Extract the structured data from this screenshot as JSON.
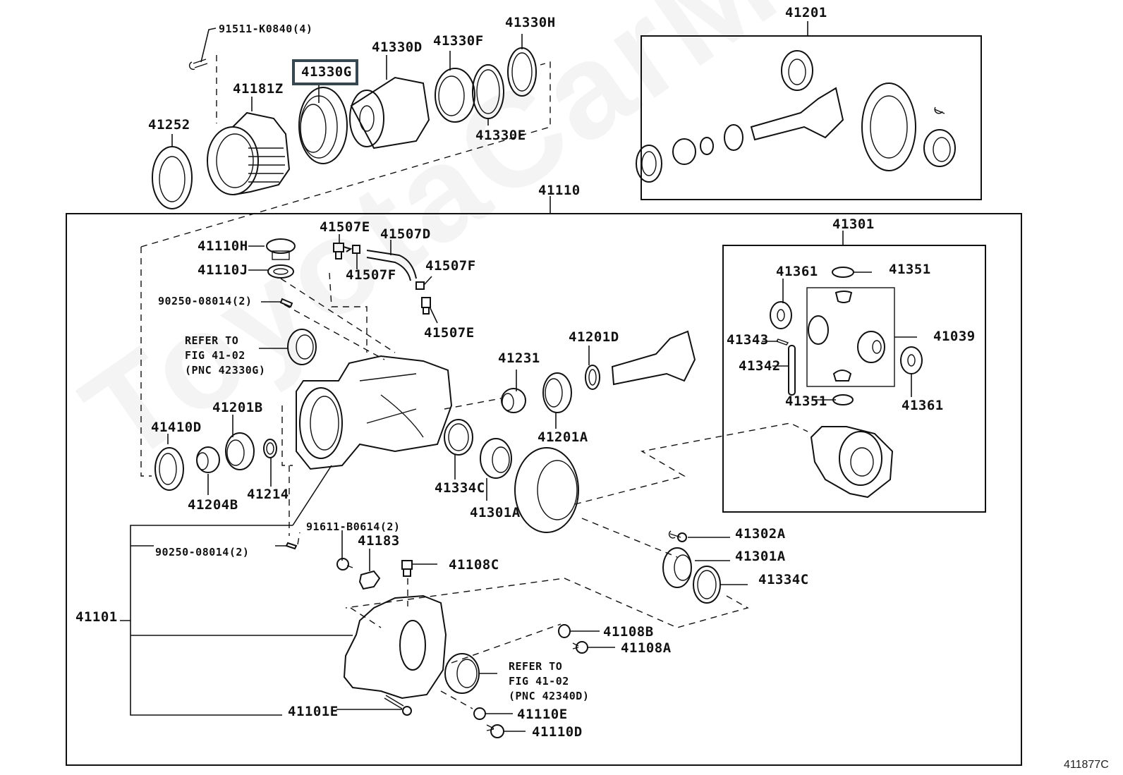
{
  "diagram": {
    "figure_number": "411877C",
    "watermark": "ToyotaCarMine.ru",
    "highlighted_part": "41330G",
    "highlight_color": "#37474f",
    "groups": {
      "carrier": "41110",
      "ring_pinion_kit": "41201",
      "diff_case_assy": "41301",
      "pinion_gear_set": "41039",
      "rear_housing": "41101"
    },
    "labels": {
      "bolt_91511": "91511-K0840(4)",
      "p41330G": "41330G",
      "p41330D": "41330D",
      "p41330F": "41330F",
      "p41330H": "41330H",
      "p41330E": "41330E",
      "p41181Z": "41181Z",
      "p41252": "41252",
      "p41201": "41201",
      "p41110": "41110",
      "p41110H": "41110H",
      "p41110J": "41110J",
      "p41507E_top": "41507E",
      "p41507D": "41507D",
      "p41507F_left": "41507F",
      "p41507F_right": "41507F",
      "p41507E_bottom": "41507E",
      "pin_90250_top": "90250-08014(2)",
      "refer_top": "REFER TO\nFIG 41-02\n(PNC 42330G)",
      "p41201B": "41201B",
      "p41410D": "41410D",
      "p41204B": "41204B",
      "p41214": "41214",
      "p41231": "41231",
      "p41201D": "41201D",
      "p41201A": "41201A",
      "p41334C_left": "41334C",
      "p41301A_left": "41301A",
      "p41301": "41301",
      "p41361_top": "41361",
      "p41351_top": "41351",
      "p41343": "41343",
      "p41342": "41342",
      "p41039": "41039",
      "p41351_bottom": "41351",
      "p41361_bottom": "41361",
      "bolt_91611": "91611-B0614(2)",
      "p41183": "41183",
      "p41108C": "41108C",
      "pin_90250_bottom": "90250-08014(2)",
      "p41302A": "41302A",
      "p41301A_right": "41301A",
      "p41334C_right": "41334C",
      "p41101": "41101",
      "p41108B": "41108B",
      "p41108A": "41108A",
      "refer_bottom": "REFER TO\nFIG 41-02\n(PNC 42340D)",
      "p41110E": "41110E",
      "p41110D": "41110D",
      "p41101E": "41101E"
    }
  }
}
